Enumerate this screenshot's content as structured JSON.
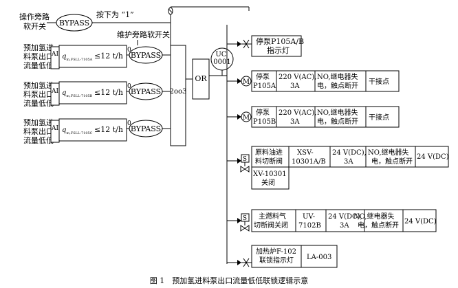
{
  "operate_block": {
    "label_lines": [
      "操作旁路",
      "软开关"
    ],
    "bypass": "BYPASS",
    "press_note": "按下为 “1”"
  },
  "maintenance_switch_label": "维护旁路软开关",
  "pump_rows": [
    {
      "label_lines": [
        "预加氢进",
        "料泵出口",
        "流量低低"
      ],
      "ai": "AI",
      "cond_q": "q",
      "cond_sub": "m,FSLL-7105A",
      "cond_rhs": "≤12 t/h",
      "out_bit": "0",
      "bypass": "BYPASS"
    },
    {
      "label_lines": [
        "预加氢进",
        "料泵出口",
        "流量低低"
      ],
      "ai": "AI",
      "cond_q": "q",
      "cond_sub": "m,FSLL-7105B",
      "cond_rhs": "≤12 t/h",
      "out_bit": "0",
      "bypass": "BYPASS"
    },
    {
      "label_lines": [
        "预加氢进",
        "料泵出口",
        "流量低低"
      ],
      "ai": "AI",
      "cond_q": "q",
      "cond_sub": "m,FSLL-7105C",
      "cond_rhs": "≤12 t/h",
      "out_bit": "0",
      "bypass": "BYPASS"
    }
  ],
  "vote_label": "2oo3",
  "or_label": "OR",
  "uc_label_lines": [
    "UC",
    "0001"
  ],
  "outputs": {
    "lamp_stop": {
      "lines": [
        "停泵P105A/B",
        "指示灯"
      ]
    },
    "pump_a": {
      "symbol": "M",
      "cells": [
        [
          "停泵",
          "P105A"
        ],
        [
          "220 V(AC),",
          "3A"
        ],
        [
          "NO,继电器失",
          "电，触点断开"
        ],
        [
          "干接点"
        ]
      ]
    },
    "pump_b": {
      "symbol": "M",
      "cells": [
        [
          "停泵",
          "P105B"
        ],
        [
          "220 V(AC),",
          "3A"
        ],
        [
          "NO,继电器失",
          "电，触点断开"
        ],
        [
          "干接点"
        ]
      ]
    },
    "valve_xv": {
      "symbol": "S",
      "cells": [
        [
          "原料油进",
          "料切断阀"
        ],
        [
          "XSV-",
          "10301A/B"
        ],
        [
          "24 V(DC),",
          "3A"
        ],
        [
          "NO,继电器失",
          "电，触点断开"
        ],
        [
          "24 V(DC)"
        ]
      ],
      "sub_lines": [
        "XV-10301",
        "关闭"
      ]
    },
    "valve_uv": {
      "symbol": "S",
      "cells": [
        [
          "主燃料气",
          "切断阀关闭"
        ],
        [
          "UV-",
          "7102B"
        ],
        [
          "24 V(DC),",
          "3A"
        ],
        [
          "NO,继电器失",
          "电，触点断开"
        ],
        [
          "24 V(DC)"
        ]
      ]
    },
    "furnace": {
      "cells": [
        [
          "加热炉F-102",
          "联锁指示灯"
        ],
        [
          "LA-003"
        ]
      ]
    }
  },
  "caption": "图 1　预加氢进料泵出口流量低低联锁逻辑示意"
}
